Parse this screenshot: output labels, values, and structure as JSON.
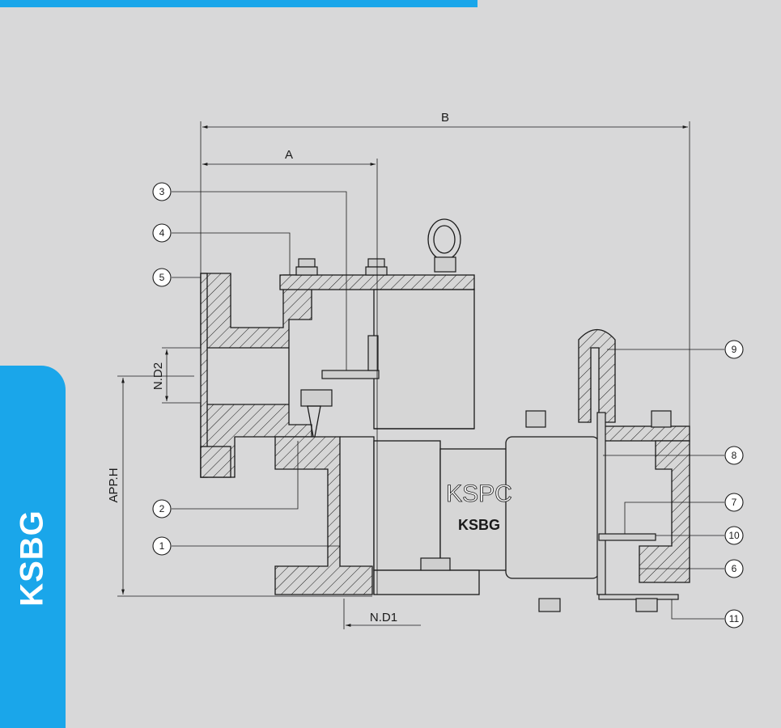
{
  "side_tab": {
    "label": "KSBG",
    "color": "#1aa6ea"
  },
  "brand_colors": {
    "accent": "#1aa6ea",
    "background": "#d8d8d9"
  },
  "body_marking": {
    "brand": "KSPC",
    "model": "KSBG"
  },
  "dimensions": {
    "a": "A",
    "b": "B",
    "nd1": "N.D1",
    "nd2": "N.D2",
    "app_h": "APP.H"
  },
  "callouts": [
    "1",
    "2",
    "3",
    "4",
    "5",
    "6",
    "7",
    "8",
    "9",
    "10",
    "11"
  ]
}
